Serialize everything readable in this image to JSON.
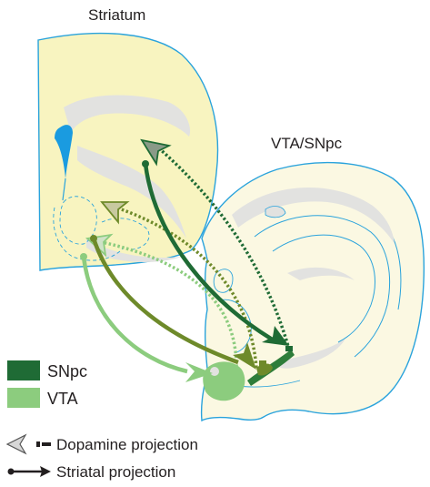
{
  "labels": {
    "striatum": "Striatum",
    "vta_snpc": "VTA/SNpc"
  },
  "legend": {
    "snpc": {
      "label": "SNpc",
      "color": "#1f6b35"
    },
    "vta": {
      "label": "VTA",
      "color": "#8ccc7e"
    },
    "dopamine_projection": "Dopamine projection",
    "striatal_projection": "Striatal projection"
  },
  "colors": {
    "striatum_fill": "#f8f4c0",
    "midbrain_fill": "#fbf8e2",
    "outline": "#2aa3dc",
    "ventricle": "#1a9be0",
    "white_matter": "#e2e2e0",
    "snpc_dark": "#1f6b35",
    "snpc_mid": "#4a8a2e",
    "vta_light": "#8ccc7e",
    "vta_olive": "#6e8a2a"
  }
}
